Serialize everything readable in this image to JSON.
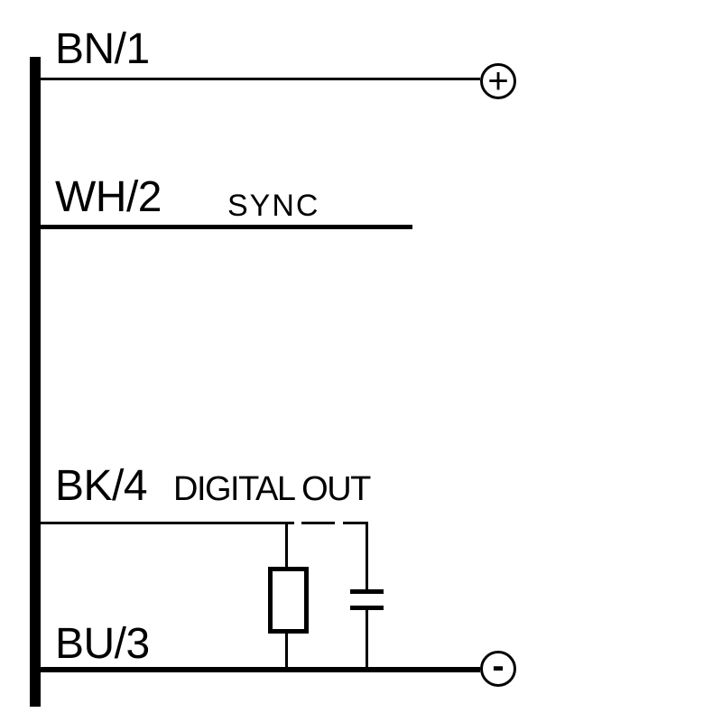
{
  "colors": {
    "ink": "#000000",
    "background": "#ffffff"
  },
  "connector": {
    "wires": [
      {
        "id": "bn1",
        "pin_label": "BN/1",
        "signal_label": "",
        "terminal_symbol": "+"
      },
      {
        "id": "wh2",
        "pin_label": "WH/2",
        "signal_label": "SYNC",
        "terminal_symbol": ""
      },
      {
        "id": "bk4",
        "pin_label": "BK/4",
        "signal_label": "DIGITAL OUT",
        "terminal_symbol": ""
      },
      {
        "id": "bu3",
        "pin_label": "BU/3",
        "signal_label": "",
        "terminal_symbol": "-"
      }
    ],
    "components": [
      {
        "id": "load-resistor",
        "type": "resistor"
      },
      {
        "id": "load-capacitor",
        "type": "capacitor"
      }
    ],
    "icons": {
      "plus_terminal": "+",
      "minus_terminal": "-"
    }
  }
}
